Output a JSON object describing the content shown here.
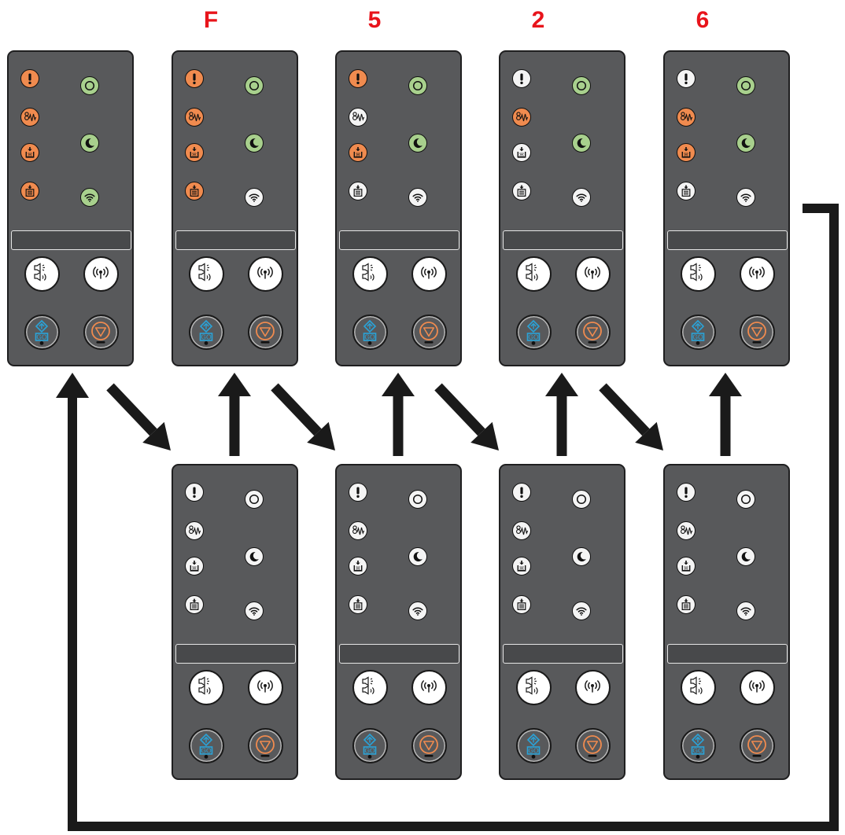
{
  "sequence_labels": [
    "",
    "F",
    "5",
    "2",
    "6",
    "",
    "",
    "",
    ""
  ],
  "panel_text": {
    "quiet_mode": "Mode silencieux",
    "wifi_direct": "Wi-Fi Direct",
    "go": "GO"
  },
  "colors": {
    "label_red": "#e8141b",
    "led_orange": "#f08b4f",
    "led_green": "#a8d08d",
    "led_white": "#f4f4f4",
    "panel_gray": "#58595b",
    "go_blue": "#2aa3d8",
    "stop_orange": "#f08b4f"
  },
  "panels": [
    {
      "id": "top-1",
      "leds": {
        "attention": "orange",
        "toner": "orange",
        "drum": "orange",
        "paper": "orange",
        "ready": "green",
        "sleep": "green",
        "wifi": "green"
      },
      "stop": "lit"
    },
    {
      "id": "top-F",
      "leds": {
        "attention": "orange",
        "toner": "orange",
        "drum": "orange",
        "paper": "orange",
        "ready": "green",
        "sleep": "green",
        "wifi": "off"
      },
      "stop": "lit"
    },
    {
      "id": "top-5",
      "leds": {
        "attention": "orange",
        "toner": "off",
        "drum": "orange",
        "paper": "off",
        "ready": "green",
        "sleep": "green",
        "wifi": "off"
      },
      "stop": "lit"
    },
    {
      "id": "top-2",
      "leds": {
        "attention": "off",
        "toner": "orange",
        "drum": "off",
        "paper": "off",
        "ready": "green",
        "sleep": "green",
        "wifi": "off"
      },
      "stop": "lit"
    },
    {
      "id": "top-6",
      "leds": {
        "attention": "off",
        "toner": "orange",
        "drum": "orange",
        "paper": "off",
        "ready": "green",
        "sleep": "green",
        "wifi": "off"
      },
      "stop": "lit"
    },
    {
      "id": "bottom-1",
      "leds": {
        "attention": "off",
        "toner": "off",
        "drum": "off",
        "paper": "off",
        "ready": "off",
        "sleep": "off",
        "wifi": "off"
      },
      "stop": "lit"
    },
    {
      "id": "bottom-2",
      "leds": {
        "attention": "off",
        "toner": "off",
        "drum": "off",
        "paper": "off",
        "ready": "off",
        "sleep": "off",
        "wifi": "off"
      },
      "stop": "lit"
    },
    {
      "id": "bottom-3",
      "leds": {
        "attention": "off",
        "toner": "off",
        "drum": "off",
        "paper": "off",
        "ready": "off",
        "sleep": "off",
        "wifi": "off"
      },
      "stop": "lit"
    },
    {
      "id": "bottom-4",
      "leds": {
        "attention": "off",
        "toner": "off",
        "drum": "off",
        "paper": "off",
        "ready": "off",
        "sleep": "off",
        "wifi": "off"
      },
      "stop": "lit"
    }
  ]
}
